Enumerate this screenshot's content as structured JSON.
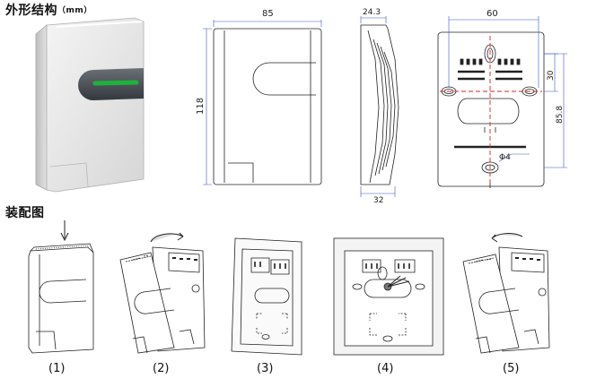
{
  "headings": {
    "structure": "外形结构",
    "structure_unit": "（mm）",
    "assembly": "装配图"
  },
  "dimensions": {
    "front_width": "85",
    "front_height": "118",
    "side_top": "24.3",
    "side_bottom": "32",
    "back_width": "60",
    "back_upper": "30",
    "back_height": "85.8",
    "hole": "Φ4"
  },
  "steps": [
    "(1)",
    "(2)",
    "(3)",
    "(4)",
    "(5)"
  ],
  "colors": {
    "led_green": "#1db33a",
    "window_dark": "#4a4f55",
    "center_mark": "#e02020"
  }
}
